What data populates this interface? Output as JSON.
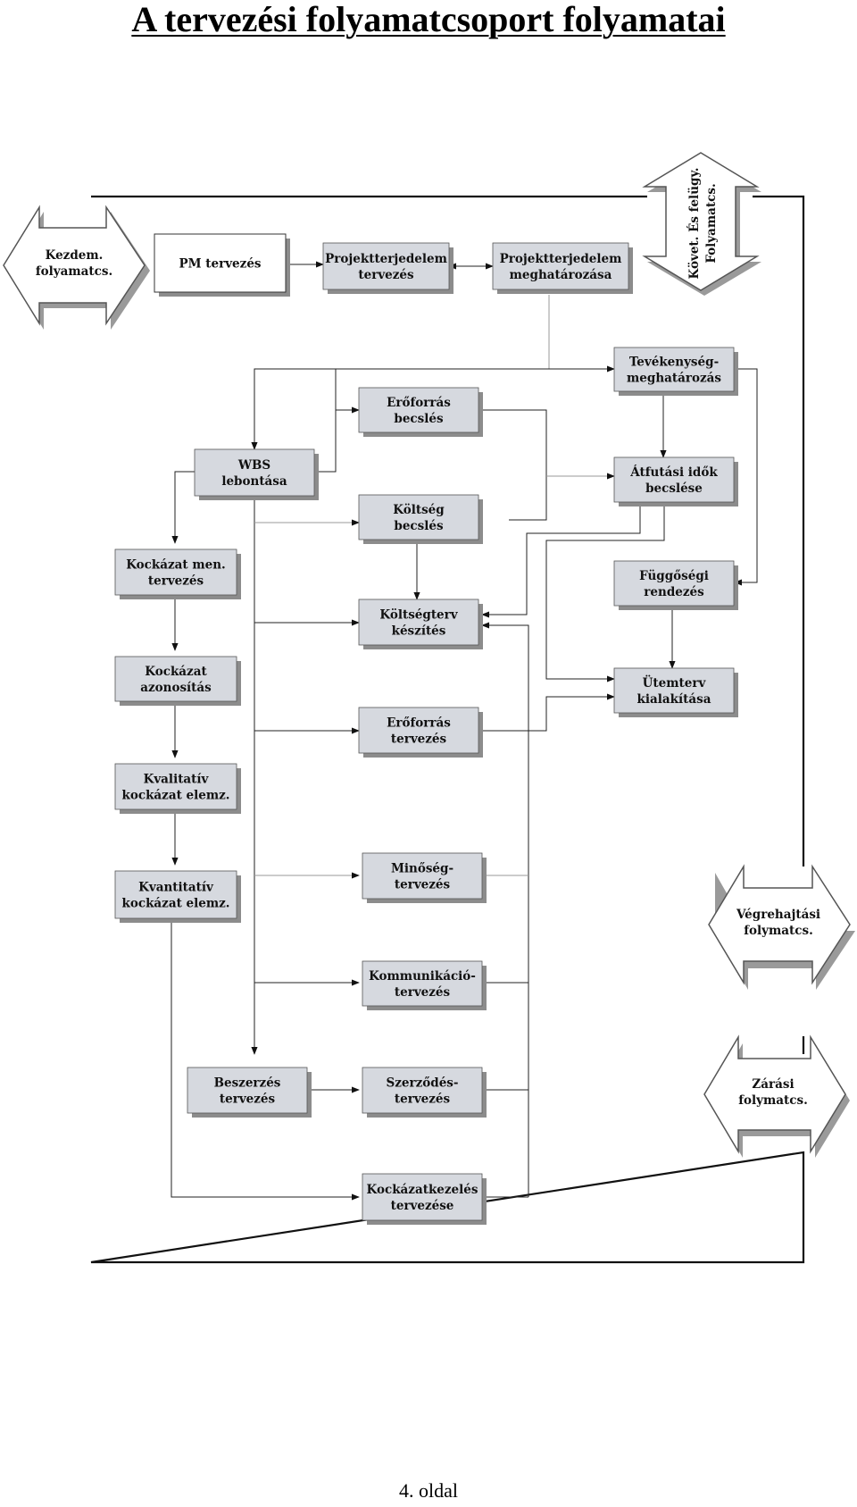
{
  "title": "A tervezési folyamatcsoport folyamatai",
  "page_number": "4. oldal",
  "external": {
    "start": [
      "Kezdem.",
      "folyamatcs."
    ],
    "monitor": [
      "Követ. És felügy.",
      "Folyamatcs."
    ],
    "execute": [
      "Végrehajtási",
      "folymatcs."
    ],
    "close": [
      "Zárási",
      "folymatcs."
    ]
  },
  "boxes": {
    "pm": [
      "PM tervezés"
    ],
    "scope_plan": [
      "Projektterjedelem",
      "tervezés"
    ],
    "scope_def": [
      "Projektterjedelem",
      "meghatározása"
    ],
    "activity": [
      "Tevékenység-",
      "meghatározás"
    ],
    "res_est": [
      "Erőforrás",
      "becslés"
    ],
    "wbs": [
      "WBS",
      "lebontása"
    ],
    "duration": [
      "Átfutási idők",
      "becslése"
    ],
    "cost_est": [
      "Költség",
      "becslés"
    ],
    "risk_mgmt": [
      "Kockázat men.",
      "tervezés"
    ],
    "dependency": [
      "Függőségi",
      "rendezés"
    ],
    "budget": [
      "Költségterv",
      "készítés"
    ],
    "risk_id": [
      "Kockázat",
      "azonosítás"
    ],
    "schedule": [
      "Ütemterv",
      "kialakítása"
    ],
    "res_plan": [
      "Erőforrás",
      "tervezés"
    ],
    "qual_risk": [
      "Kvalitatív",
      "kockázat elemz."
    ],
    "quality": [
      "Minőség-",
      "tervezés"
    ],
    "quant_risk": [
      "Kvantitatív",
      "kockázat elemz."
    ],
    "comm": [
      "Kommunikáció-",
      "tervezés"
    ],
    "procurement": [
      "Beszerzés",
      "tervezés"
    ],
    "contract": [
      "Szerződés-",
      "tervezés"
    ],
    "risk_resp": [
      "Kockázatkezelés",
      "tervezése"
    ]
  }
}
